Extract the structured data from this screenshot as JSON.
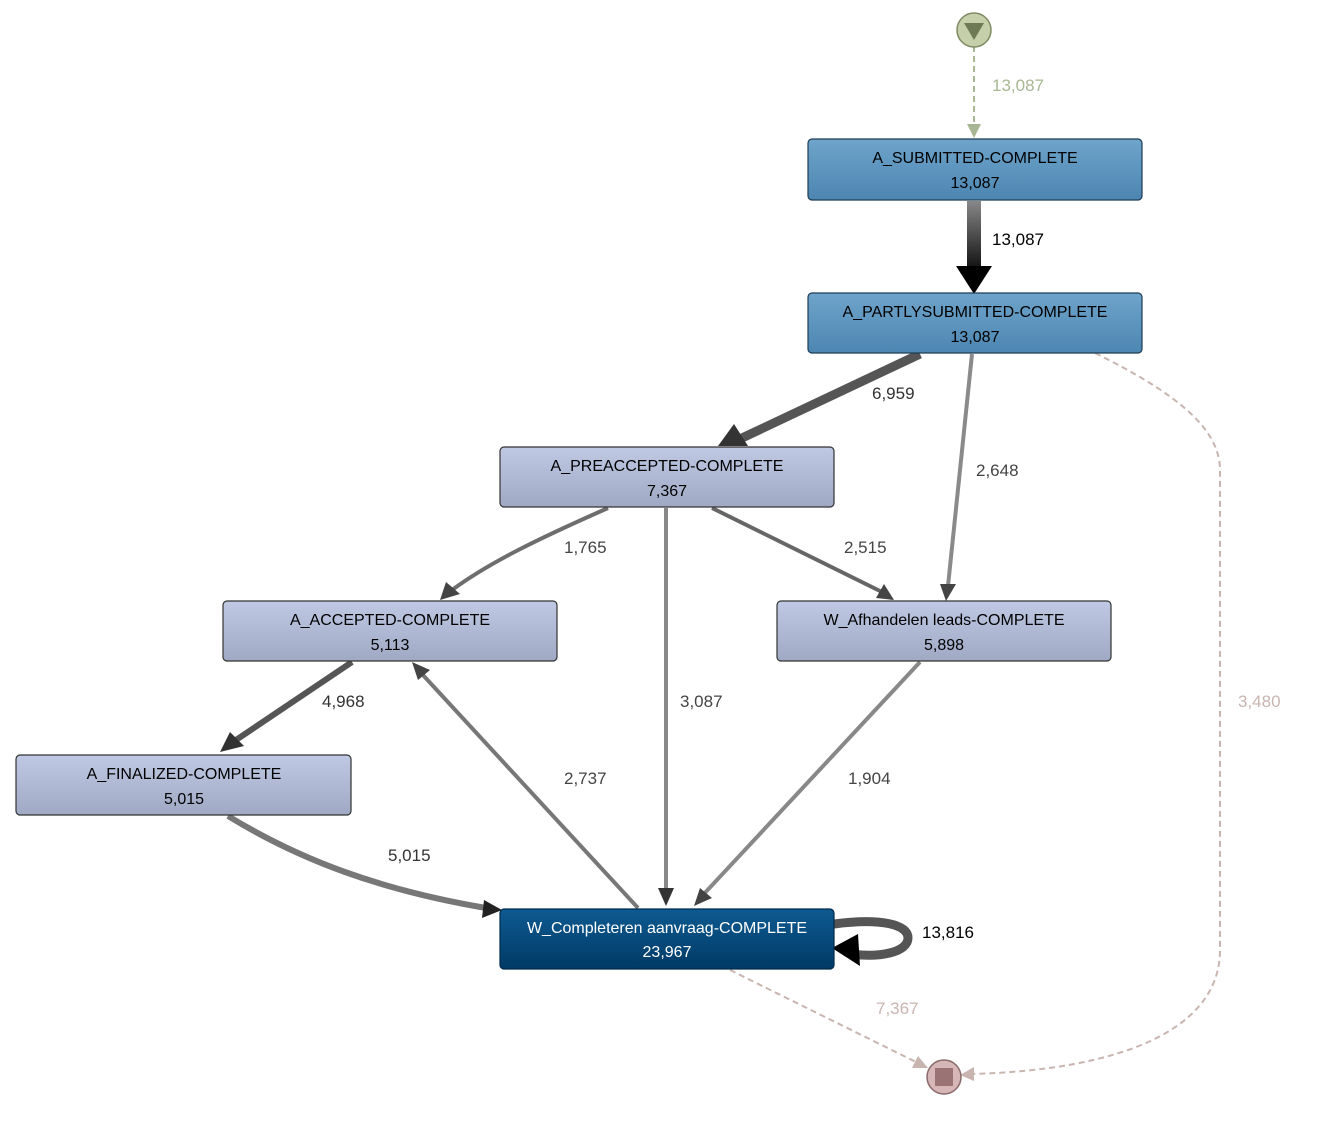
{
  "nodes": {
    "a_submitted": {
      "name": "A_SUBMITTED-COMPLETE",
      "count": "13,087"
    },
    "a_partlysubmitted": {
      "name": "A_PARTLYSUBMITTED-COMPLETE",
      "count": "13,087"
    },
    "a_preaccepted": {
      "name": "A_PREACCEPTED-COMPLETE",
      "count": "7,367"
    },
    "a_accepted": {
      "name": "A_ACCEPTED-COMPLETE",
      "count": "5,113"
    },
    "w_afhandelen": {
      "name": "W_Afhandelen leads-COMPLETE",
      "count": "5,898"
    },
    "a_finalized": {
      "name": "A_FINALIZED-COMPLETE",
      "count": "5,015"
    },
    "w_completeren": {
      "name": "W_Completeren aanvraag-COMPLETE",
      "count": "23,967"
    }
  },
  "edges": {
    "start_to_submitted": "13,087",
    "submitted_to_partly": "13,087",
    "partly_to_preaccepted": "6,959",
    "partly_to_afhandelen": "2,648",
    "partly_to_end": "3,480",
    "preaccepted_to_accepted": "1,765",
    "preaccepted_to_afhandelen": "2,515",
    "preaccepted_to_completeren": "3,087",
    "accepted_to_finalized": "4,968",
    "completeren_to_accepted": "2,737",
    "afhandelen_to_completeren": "1,904",
    "finalized_to_completeren": "5,015",
    "completeren_self": "13,816",
    "completeren_to_end": "7,367"
  },
  "colors": {
    "start_event": "#c5cfa9",
    "end_event": "#d6b6b6",
    "node_dark_blue": "#014172",
    "node_mid_blue": "#5a93bd",
    "node_light": "#aab3cf",
    "start_edge": "#a7b793",
    "end_edge": "#c9b5b0"
  }
}
